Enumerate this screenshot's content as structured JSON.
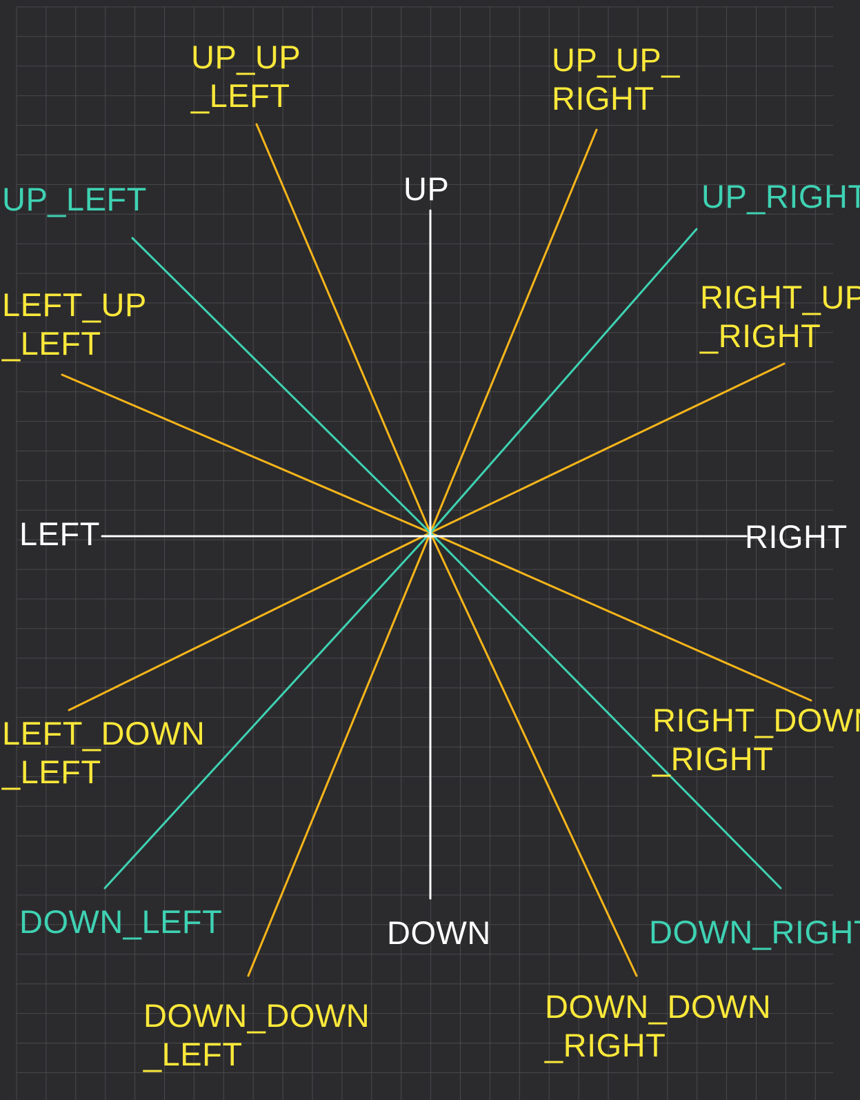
{
  "colors": {
    "background": "#2b2b2d",
    "grid": "#4a4a4e",
    "cardinal": "#ffffff",
    "diagonal": "#3ed2b3",
    "intermediate": "#f7b51a",
    "intermediate_text": "#fbe83a"
  },
  "directions": [
    {
      "id": "up",
      "kind": "cardinal",
      "lines": [
        "UP"
      ]
    },
    {
      "id": "down",
      "kind": "cardinal",
      "lines": [
        "DOWN"
      ]
    },
    {
      "id": "left",
      "kind": "cardinal",
      "lines": [
        "LEFT"
      ]
    },
    {
      "id": "right",
      "kind": "cardinal",
      "lines": [
        "RIGHT"
      ]
    },
    {
      "id": "up-left",
      "kind": "diagonal",
      "lines": [
        "UP_LEFT"
      ]
    },
    {
      "id": "up-right",
      "kind": "diagonal",
      "lines": [
        "UP_RIGHT"
      ]
    },
    {
      "id": "down-left",
      "kind": "diagonal",
      "lines": [
        "DOWN_LEFT"
      ]
    },
    {
      "id": "down-right",
      "kind": "diagonal",
      "lines": [
        "DOWN_RIGHT"
      ]
    },
    {
      "id": "up-up-left",
      "kind": "intermediate",
      "lines": [
        "UP_UP",
        "_LEFT"
      ]
    },
    {
      "id": "up-up-right",
      "kind": "intermediate",
      "lines": [
        "UP_UP_",
        "RIGHT"
      ]
    },
    {
      "id": "left-up-left",
      "kind": "intermediate",
      "lines": [
        "LEFT_UP",
        "_LEFT"
      ]
    },
    {
      "id": "right-up-right",
      "kind": "intermediate",
      "lines": [
        "RIGHT_UP",
        "_RIGHT"
      ]
    },
    {
      "id": "left-down-left",
      "kind": "intermediate",
      "lines": [
        "LEFT_DOWN",
        "_LEFT"
      ]
    },
    {
      "id": "right-down-right",
      "kind": "intermediate",
      "lines": [
        "RIGHT_DOWN",
        "_RIGHT"
      ]
    },
    {
      "id": "down-down-left",
      "kind": "intermediate",
      "lines": [
        "DOWN_DOWN",
        "_LEFT"
      ]
    },
    {
      "id": "down-down-right",
      "kind": "intermediate",
      "lines": [
        "DOWN_DOWN",
        "_RIGHT"
      ]
    }
  ]
}
